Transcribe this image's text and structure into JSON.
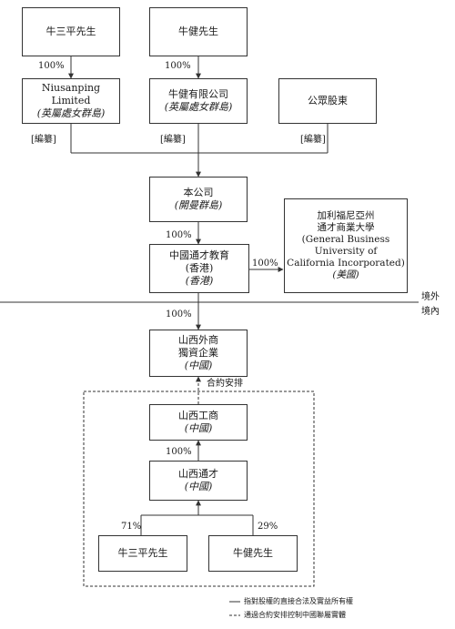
{
  "nodes": {
    "niu_top": {
      "lines": [
        "牛三平先生"
      ]
    },
    "niujian_top": {
      "lines": [
        "牛健先生"
      ]
    },
    "niusanping_ltd": {
      "lines": [
        "Niusanping",
        "Limited"
      ],
      "note": "(英屬處女群島)"
    },
    "niujian_ltd": {
      "lines": [
        "牛健有限公司"
      ],
      "note": "(英屬處女群島)"
    },
    "public": {
      "lines": [
        "公眾股東"
      ]
    },
    "company": {
      "lines": [
        "本公司"
      ],
      "note": "(開曼群島)"
    },
    "hk_edu": {
      "lines": [
        "中國通才教育",
        "(香港)"
      ],
      "note": "(香港)"
    },
    "cal_univ": {
      "lines": [
        "加利福尼亞州",
        "通才商業大學",
        "(General Business",
        "University of",
        "California Incorporated)"
      ],
      "note": "(美國)"
    },
    "shanxi_wfoe": {
      "lines": [
        "山西外商",
        "獨資企業"
      ],
      "note": "(中國)"
    },
    "shanxi_gongshang": {
      "lines": [
        "山西工商"
      ],
      "note": "(中國)"
    },
    "shanxi_tongcai": {
      "lines": [
        "山西通才"
      ],
      "note": "(中國)"
    },
    "niu_bottom": {
      "lines": [
        "牛三平先生"
      ]
    },
    "niujian_bottom": {
      "lines": [
        "牛健先生"
      ]
    }
  },
  "labels": {
    "pct_niu_top": "100%",
    "pct_niujian_top": "100%",
    "listed_1": "[編纂]",
    "listed_2": "[編纂]",
    "listed_3": "[編纂]",
    "pct_company": "100%",
    "pct_cal": "100%",
    "offshore": "境外",
    "onshore": "境內",
    "pct_wfoe": "100%",
    "contract": "合約安排",
    "pct_gongshang": "100%",
    "pct_71": "71%",
    "pct_29": "29%"
  },
  "legend": {
    "solid": "指對股權的直接合法及實益所有權",
    "dashed": "通過合約安排控制中國聯屬實體"
  }
}
